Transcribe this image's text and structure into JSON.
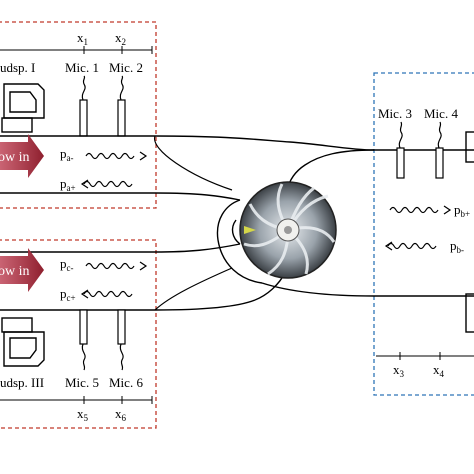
{
  "colors": {
    "box_red": "#c0392b",
    "box_blue": "#2e75b6",
    "arrow_fill": "#a32a3a",
    "arrow_light": "#f4d8d8"
  },
  "top_left": {
    "loudspeaker": "udsp. I",
    "mic_a": "Mic. 1",
    "mic_b": "Mic. 2",
    "x_a": "x",
    "x_a_sub": "1",
    "x_b": "x",
    "x_b_sub": "2",
    "flow": "ow in",
    "p_minus": "p",
    "p_minus_sub": "a-",
    "p_plus": "p",
    "p_plus_sub": "a+"
  },
  "bottom_left": {
    "loudspeaker": "udsp. III",
    "mic_a": "Mic. 5",
    "mic_b": "Mic. 6",
    "x_a": "x",
    "x_a_sub": "5",
    "x_b": "x",
    "x_b_sub": "6",
    "flow": "ow in",
    "p_minus": "p",
    "p_minus_sub": "c-",
    "p_plus": "p",
    "p_plus_sub": "c+"
  },
  "right": {
    "mic_a": "Mic. 3",
    "mic_b": "Mic. 4",
    "x_a": "x",
    "x_a_sub": "3",
    "x_b": "x",
    "x_b_sub": "4",
    "p_plus": "p",
    "p_plus_sub": "b+",
    "p_minus": "p",
    "p_minus_sub": "b-"
  }
}
